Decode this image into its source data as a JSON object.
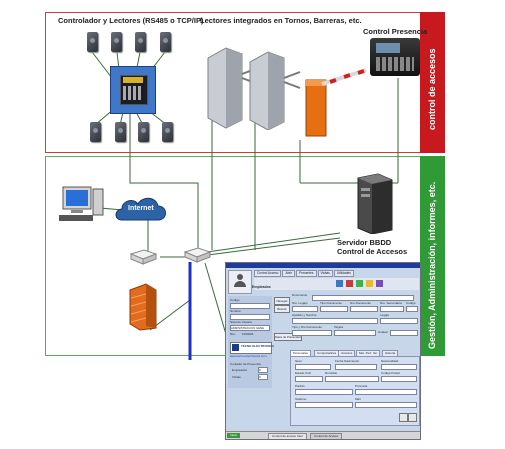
{
  "sections": {
    "access_control": {
      "label": "control de accesos",
      "color": "#c8191e"
    },
    "management": {
      "label": "Gestión, Administración, informes, etc.",
      "color": "#2f9a36"
    }
  },
  "labels": {
    "controllers": "Controlador y Lectores (RS485 o TCP/IP)",
    "integrated_readers": "Lectores integrados en Tornos, Barreras, etc.",
    "presence_control": "Control Presencia",
    "internet": "Internet",
    "server_line1": "Servidor BBDD",
    "server_line2": "Control de Accesos"
  },
  "app_window": {
    "menu": [
      "Control Acceso",
      "Abrir",
      "Presentes",
      "Visitas",
      "Utilidades"
    ],
    "side_title": "Empleados",
    "side_buttons": [
      "Navegar",
      "Buscar",
      "Datos de Presentacion"
    ],
    "side_fields": [
      "Codigo",
      "Nombre",
      "Nivel de Usuario",
      "ADMINISTRACION GENE",
      "Nro:"
    ],
    "record_number": "1000001",
    "logo_text": "TECNO ELECTRONICA",
    "logo_url": "www.tecno-electronica.com",
    "summary_title": "Contador de Presencia",
    "summary": [
      {
        "label": "Empleados",
        "value": "0"
      },
      {
        "label": "Visitas",
        "value": "0"
      }
    ],
    "form_labels": [
      "Documento",
      "Nro. Legajo",
      "Tipo Documento",
      "Nro Documento",
      "Nro. Secundaria",
      "Codigo",
      "Apellido y Nombre",
      "Legajo",
      "Tipo y Nro Documento",
      "Tarjeta",
      "Ciudad"
    ],
    "tabs": [
      "Personales",
      "Comportelices",
      "Accesos",
      "Mot. Perf. Ver",
      "Historia"
    ],
    "detail_labels": [
      "Sexo",
      "Fecha Nacimiento",
      "Nacionalidad",
      "Estado Civil",
      "Domicilio",
      "Codigo Postal",
      "Partido",
      "Provincia",
      "Telefono",
      "Mail"
    ],
    "taskbar": [
      "Inicio",
      "Control de acceso Intel",
      "Control de Acceso"
    ]
  }
}
